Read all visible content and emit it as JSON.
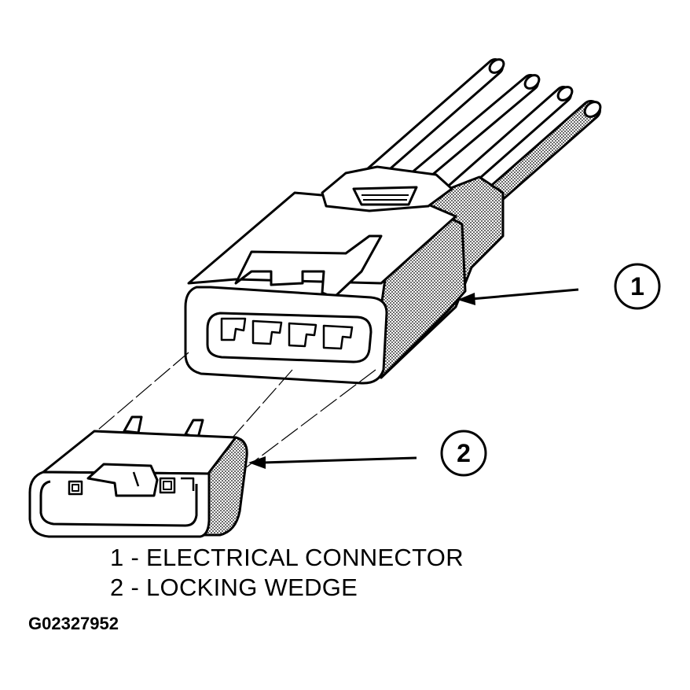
{
  "callouts": [
    {
      "number": "1",
      "name": "ELECTRICAL CONNECTOR"
    },
    {
      "number": "2",
      "name": "LOCKING WEDGE"
    }
  ],
  "legend": {
    "line1": "1 - ELECTRICAL CONNECTOR",
    "line2": "2 - LOCKING WEDGE"
  },
  "figure_id": "G02327952",
  "colors": {
    "ink": "#000000",
    "paper": "#ffffff",
    "shade": "#b8b8b8"
  }
}
